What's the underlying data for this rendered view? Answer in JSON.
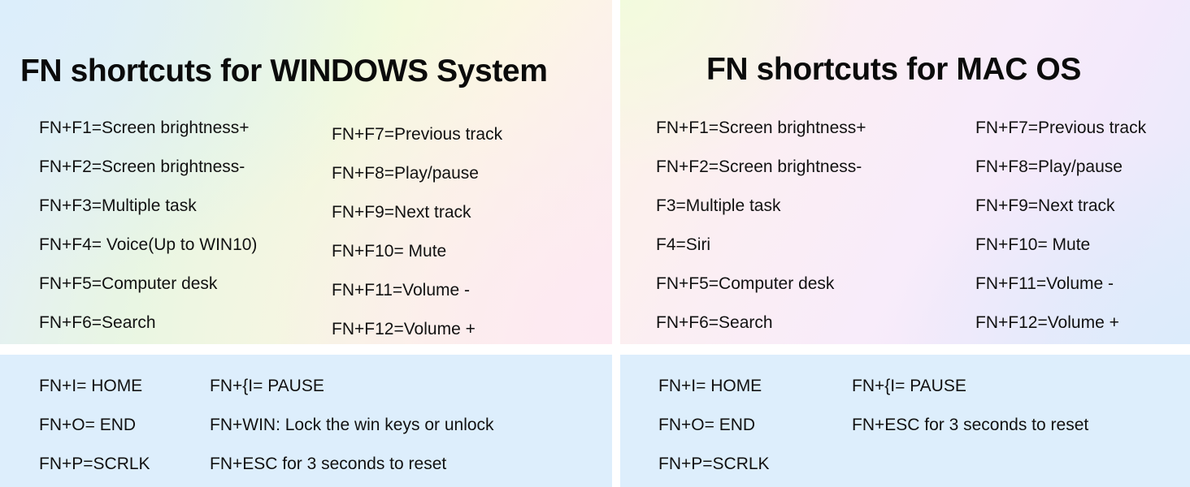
{
  "colors": {
    "text": "#111111",
    "heading": "#0b0b0b",
    "bottom_strip": "#ddeefc",
    "divider": "#ffffff"
  },
  "windows": {
    "heading": "FN shortcuts for WINDOWS System",
    "top_column_left": [
      "FN+F1=Screen brightness+",
      "FN+F2=Screen brightness-",
      "FN+F3=Multiple task",
      "FN+F4= Voice(Up to WIN10)",
      "FN+F5=Computer desk",
      "FN+F6=Search"
    ],
    "top_column_right": [
      "FN+F7=Previous track",
      "FN+F8=Play/pause",
      "FN+F9=Next track",
      "FN+F10= Mute",
      "FN+F11=Volume -",
      "FN+F12=Volume +"
    ],
    "bottom_column_left": [
      "FN+I= HOME",
      "FN+O= END",
      "FN+P=SCRLK"
    ],
    "bottom_column_right": [
      "FN+{I= PAUSE",
      "FN+WIN: Lock the win keys or unlock",
      "FN+ESC for 3 seconds to reset"
    ]
  },
  "mac": {
    "heading": "FN shortcuts for MAC OS",
    "top_column_left": [
      "FN+F1=Screen brightness+",
      "FN+F2=Screen brightness-",
      "F3=Multiple task",
      "F4=Siri",
      "FN+F5=Computer desk",
      "FN+F6=Search"
    ],
    "top_column_right": [
      "FN+F7=Previous track",
      "FN+F8=Play/pause",
      "FN+F9=Next track",
      "FN+F10= Mute",
      "FN+F11=Volume -",
      "FN+F12=Volume +"
    ],
    "bottom_column_left": [
      "FN+I= HOME",
      "FN+O= END",
      "FN+P=SCRLK"
    ],
    "bottom_column_right": [
      "FN+{I= PAUSE",
      "FN+ESC for 3 seconds to reset"
    ]
  }
}
